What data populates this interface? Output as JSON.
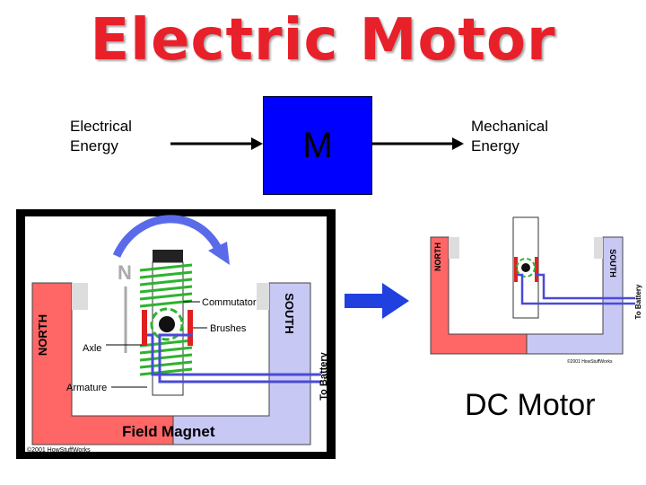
{
  "title": "Electric Motor",
  "flow": {
    "input_label": "Electrical\nEnergy",
    "motor_letter": "M",
    "output_label": "Mechanical\nEnergy"
  },
  "left_diagram": {
    "pole_left": "NORTH",
    "pole_right": "SOUTH",
    "n_marker": "N",
    "label_commutator": "Commutator",
    "label_brushes": "Brushes",
    "label_axle": "Axle",
    "label_armature": "Armature",
    "label_battery": "To Battery",
    "field_word1": "Field",
    "field_word2": "Magnet",
    "copyright": "©2001 HowStuffWorks"
  },
  "right_diagram": {
    "pole_left": "NORTH",
    "pole_right": "SOUTH",
    "label_battery": "To Battery",
    "copyright": "©2001 HowStuffWorks"
  },
  "caption": "DC Motor",
  "colors": {
    "title": "#e8202a",
    "motor_box": "#0000ff",
    "north_magnet": "#ff6666",
    "south_magnet": "#c8c8f5",
    "wire": "#4a4ad8",
    "coil": "#2db32d",
    "brush": "#e02020",
    "arrow_blue": "#2040e0"
  }
}
